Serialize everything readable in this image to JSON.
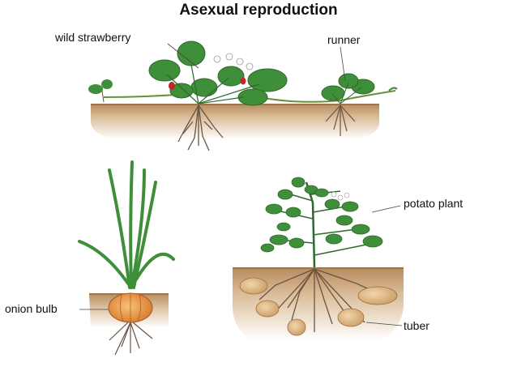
{
  "title": "Asexual reproduction",
  "labels": {
    "wild_strawberry": "wild strawberry",
    "runner": "runner",
    "onion_bulb": "onion bulb",
    "potato_plant": "potato plant",
    "tuber": "tuber"
  },
  "colors": {
    "soil_top": "#c9a77f",
    "soil_bottom": "#f3e7d6",
    "leaf": "#3f8f3a",
    "leaf_dark": "#2c6a2a",
    "root": "#6b5444",
    "onion": "#e8943e",
    "potato": "#e3c08e",
    "berry": "#c0282d"
  }
}
